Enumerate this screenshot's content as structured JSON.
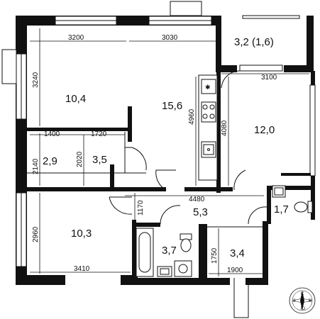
{
  "plan": {
    "rooms": [
      {
        "id": "room-bedroom-top-left",
        "area": "10,4"
      },
      {
        "id": "room-living-kitchen",
        "area": "15,6"
      },
      {
        "id": "room-balcony",
        "area": "3,2 (1,6)"
      },
      {
        "id": "room-bedroom-right",
        "area": "12,0"
      },
      {
        "id": "room-closet-left",
        "area": "2,9"
      },
      {
        "id": "room-closet-middle",
        "area": "3,5"
      },
      {
        "id": "room-hallway",
        "area": "5,3"
      },
      {
        "id": "room-wc",
        "area": "1,7"
      },
      {
        "id": "room-bedroom-bottom-left",
        "area": "10,3"
      },
      {
        "id": "room-bathroom",
        "area": "3,7"
      },
      {
        "id": "room-storage",
        "area": "3,4"
      }
    ],
    "dimensions": [
      {
        "id": "dim-3200",
        "value": "3200"
      },
      {
        "id": "dim-3030",
        "value": "3030"
      },
      {
        "id": "dim-3100",
        "value": "3100"
      },
      {
        "id": "dim-3240",
        "value": "3240"
      },
      {
        "id": "dim-4960",
        "value": "4960"
      },
      {
        "id": "dim-4080",
        "value": "4080"
      },
      {
        "id": "dim-1400",
        "value": "1400"
      },
      {
        "id": "dim-1720",
        "value": "1720"
      },
      {
        "id": "dim-2140",
        "value": "2140"
      },
      {
        "id": "dim-2020",
        "value": "2020"
      },
      {
        "id": "dim-4480",
        "value": "4480"
      },
      {
        "id": "dim-1170",
        "value": "1170"
      },
      {
        "id": "dim-2960",
        "value": "2960"
      },
      {
        "id": "dim-3410",
        "value": "3410"
      },
      {
        "id": "dim-1750",
        "value": "1750"
      },
      {
        "id": "dim-1900",
        "value": "1900"
      }
    ],
    "compass": {
      "n": "С",
      "s": "Ю",
      "w": "З",
      "e": "В"
    },
    "icons": [
      "compass-icon",
      "stove-icon",
      "sink-icon",
      "bathtub-icon",
      "toilet-icon",
      "washing-machine-icon",
      "fridge-icon"
    ]
  }
}
